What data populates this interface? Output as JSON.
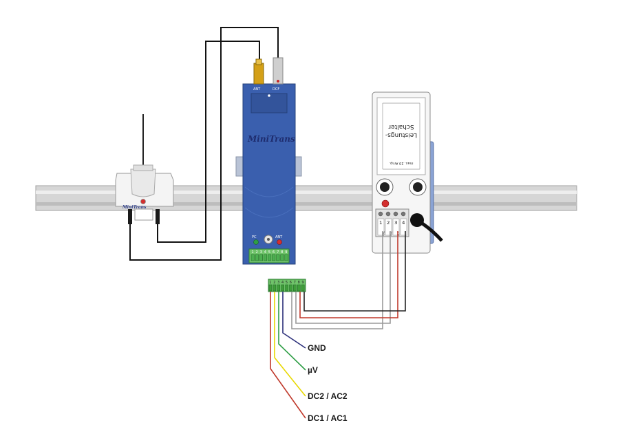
{
  "receiver": {
    "brand": "MiniTrans",
    "port_ant": "ANT",
    "port_dcf": "DCF",
    "led_pc": "PC",
    "led_ant": "ANT",
    "terminals": [
      "1",
      "2",
      "3",
      "4",
      "5",
      "6",
      "7",
      "8",
      "9"
    ]
  },
  "antenna_module": {
    "brand": "MiniTrans"
  },
  "breaker": {
    "label_line1": "Leistungs-",
    "label_line2": "Schalter",
    "rating": "max. 20 Amp.",
    "terminals": [
      "1",
      "2",
      "3",
      "4"
    ],
    "terminal_marks": [
      "Tak",
      "Tak",
      "+V",
      "-"
    ]
  },
  "connector": {
    "pins": [
      "1",
      "2",
      "3",
      "4",
      "5",
      "6",
      "7",
      "8",
      "9"
    ]
  },
  "wire_labels": {
    "gnd": "GND",
    "uv": "µV",
    "dc2": "DC2 / AC2",
    "dc1": "DC1 / AC1"
  },
  "colors": {
    "rail": "#d6d6d6",
    "receiver_blue": "#3a5fae",
    "connector_green": "#6fc36a",
    "wire_red": "#c0392b",
    "wire_yellow": "#e8d800",
    "wire_green": "#2e9e45",
    "wire_navy": "#2b2f7a",
    "wire_grey": "#9a9a9a"
  }
}
